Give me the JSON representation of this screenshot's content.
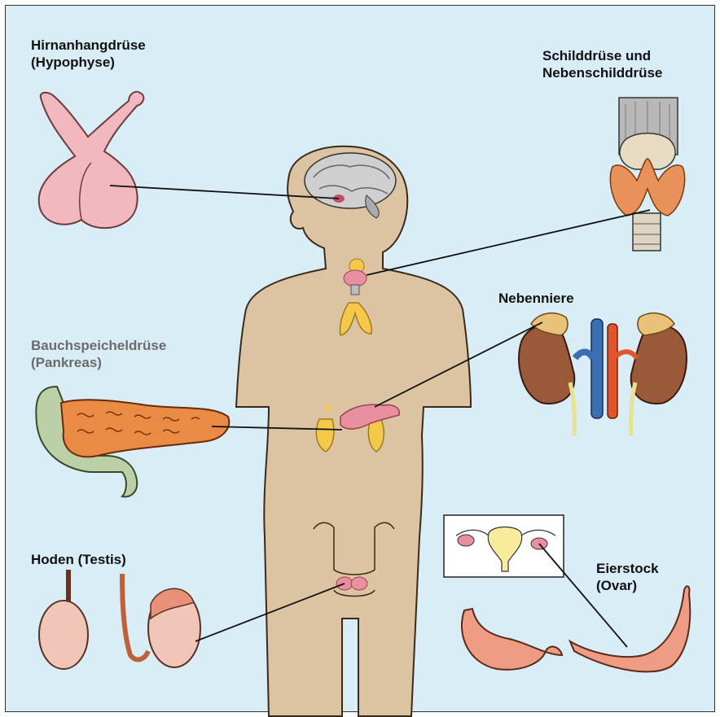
{
  "labels": {
    "pituitary": {
      "line1": "Hirnanhangdrüse",
      "line2": "(Hypophyse)"
    },
    "thyroid": {
      "line1": "Schilddrüse und",
      "line2": "Nebenschilddrüse"
    },
    "adrenal": {
      "line1": "Nebenniere"
    },
    "pancreas": {
      "line1": "Bauchspeicheldrüse",
      "line2": "(Pankreas)"
    },
    "testis": {
      "line1": "Hoden (Testis)"
    },
    "ovary": {
      "line1": "Eierstock",
      "line2": "(Ovar)"
    }
  },
  "colors": {
    "background": "#d9edf7",
    "body": "#dcc4a2",
    "pituitary": "#f1b8bf",
    "thyroid": "#e8925a",
    "adrenal_cap": "#e9c27a",
    "kidney": "#9a5a3a",
    "pancreas": "#e98a45",
    "duodenum": "#bcd0a8",
    "testis": "#f0c6b8",
    "ovary": "#ef9c84",
    "gland_yellow": "#f4c84a",
    "gland_pink": "#e8909f"
  }
}
